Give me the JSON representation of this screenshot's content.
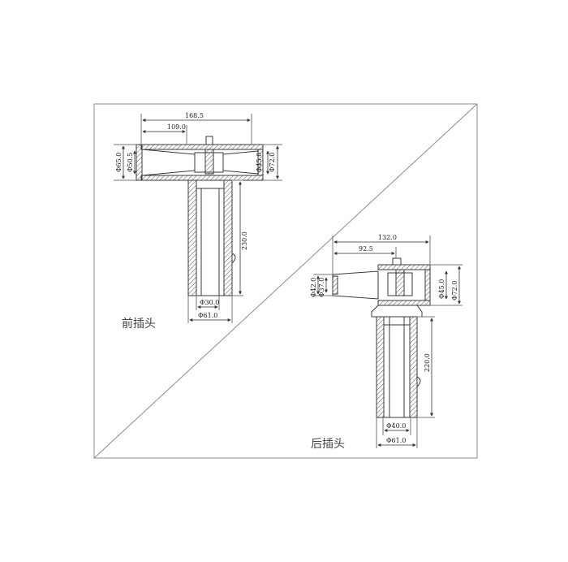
{
  "front": {
    "caption": "前插头",
    "dims": {
      "total_len": "168.5",
      "half_len": "109.0",
      "outer_dia": "Φ65.0",
      "inner_dia": "Φ50.5",
      "right_inner": "Φ45.0",
      "right_outer": "Φ72.0",
      "height": "230.0",
      "bottom_inner": "Φ30.0",
      "bottom_outer": "Φ61.0"
    }
  },
  "rear": {
    "caption": "后插头",
    "dims": {
      "total_len": "132.0",
      "half_len": "92.5",
      "left_outer": "Φ42.0",
      "left_inner": "Φ37.0",
      "right_inner": "Φ45.0",
      "right_outer": "Φ72.0",
      "height": "220.0",
      "bottom_inner": "Φ40.0",
      "bottom_outer": "Φ61.0"
    }
  },
  "colors": {
    "line": "#3a3a3a",
    "frame": "#8c8c8c",
    "hatch": "#555555"
  }
}
